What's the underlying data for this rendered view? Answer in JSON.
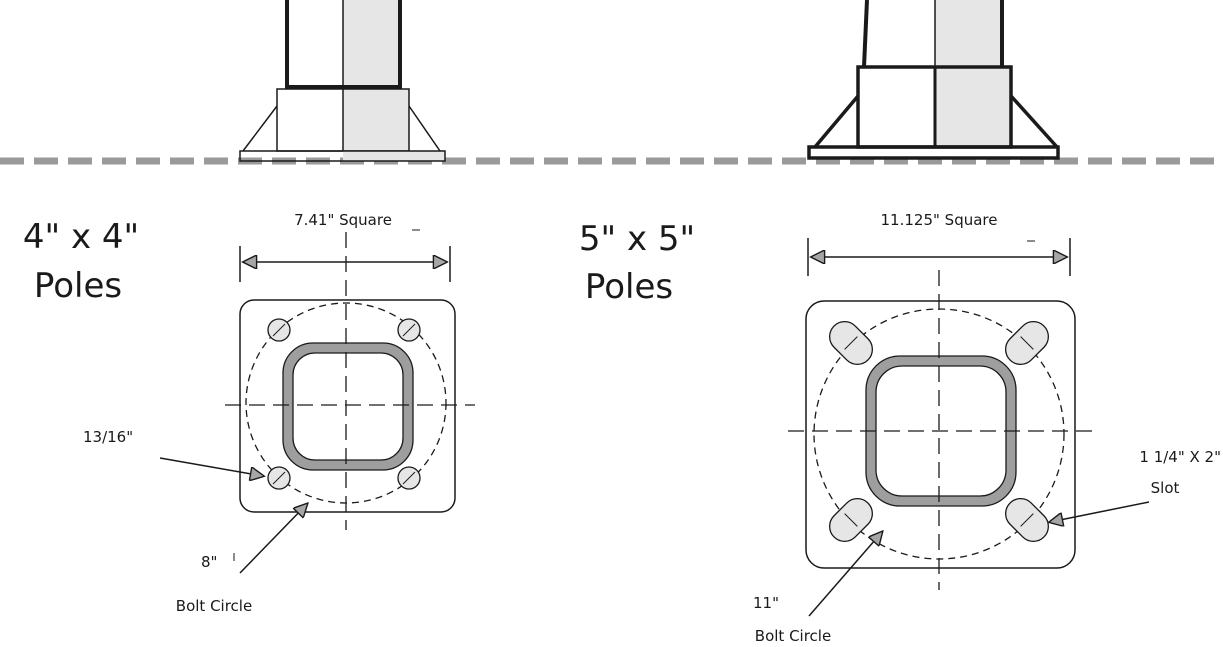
{
  "colors": {
    "ground_dash": "#9a9a9a",
    "shade": "#e6e6e6",
    "ring": "#9e9e9e",
    "arrowhead": "#a6a6a6",
    "line": "#1a1a1a"
  },
  "left": {
    "pole_size": "4\" x 4\"",
    "pole_word": "Poles",
    "width_label": "7.41\" Square",
    "hole_label": "13/16\"",
    "circle_value": "8\"",
    "circle_label": "Bolt Circle"
  },
  "right": {
    "pole_size": "5\" x 5\"",
    "pole_word": "Poles",
    "width_label": "11.125\" Square",
    "slot_size": "1 1/4\" X 2\"",
    "slot_word": "Slot",
    "circle_value": "11\"",
    "circle_label": "Bolt Circle"
  }
}
